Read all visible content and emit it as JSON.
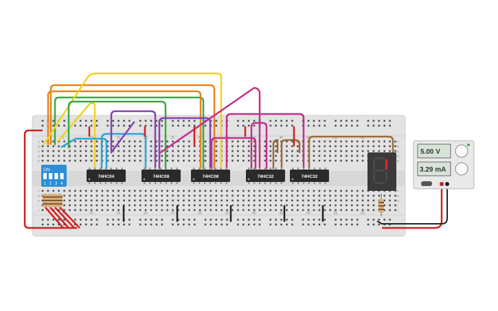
{
  "chips": [
    {
      "label": "74HC04"
    },
    {
      "label": "74HC08"
    },
    {
      "label": "74HC08"
    },
    {
      "label": "74HC32"
    },
    {
      "label": "74HC32"
    }
  ],
  "dip_switch": {
    "on_label": "ON",
    "positions": [
      "1",
      "2",
      "3",
      "4"
    ]
  },
  "column_numbers": [
    "5",
    "10",
    "15",
    "20",
    "25",
    "30",
    "35",
    "40",
    "45",
    "50",
    "55",
    "60"
  ],
  "row_letters_top": [
    "A",
    "B",
    "C",
    "D",
    "E"
  ],
  "row_letters_bottom": [
    "F",
    "G",
    "H",
    "I",
    "J"
  ],
  "power_supply": {
    "voltage": "5.00 V",
    "current": "3.29 mA"
  },
  "seven_segment": {
    "digit": "1"
  },
  "colors": {
    "board": "#e3e3e3",
    "chip": "#2a2a2a",
    "wire_red": "#d02020",
    "wire_yellow": "#f2d21b",
    "wire_orange": "#e8821a",
    "wire_green": "#3aa845",
    "wire_blue": "#2aa3d8",
    "wire_purple": "#8a3fb0",
    "wire_magenta": "#c22f8c",
    "wire_brown": "#9c6a3c",
    "wire_black": "#222222",
    "dip_blue": "#2b8fd6"
  }
}
